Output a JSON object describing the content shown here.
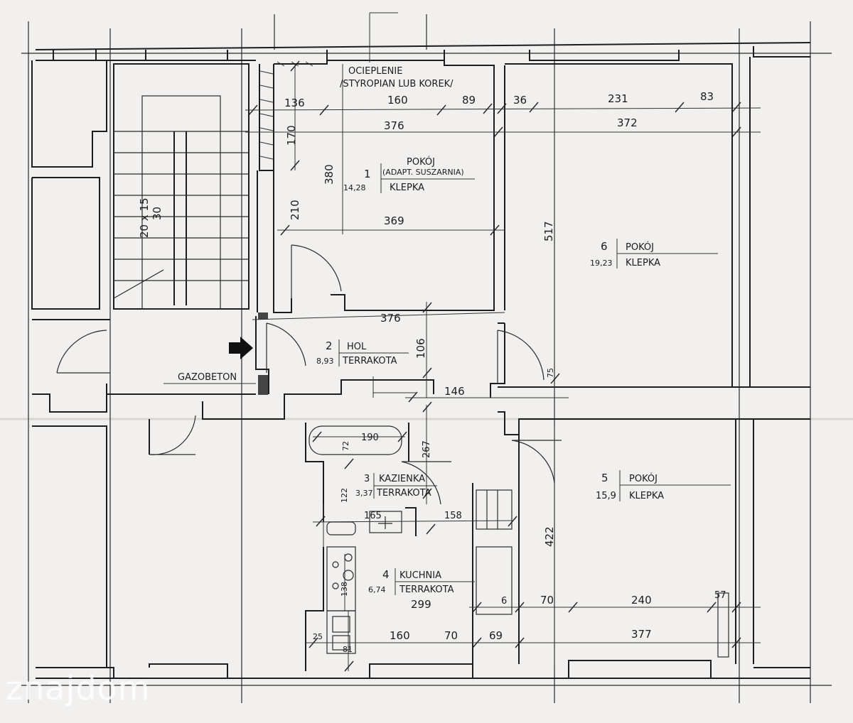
{
  "insulation": {
    "line1": "OCIEPLENIE",
    "line2": "/STYROPIAN LUB KOREK/"
  },
  "stairs": {
    "label": "20 x 15",
    "label2": "30"
  },
  "rooms": [
    {
      "number": "1",
      "name": "POKÓJ",
      "subname": "(ADAPT. SUSZARNIA)",
      "area": "14,28",
      "floor": "KLEPKA"
    },
    {
      "number": "2",
      "name": "HOL",
      "area": "8,93",
      "floor": "TERRAKOTA"
    },
    {
      "number": "3",
      "name": "KAZIENKA",
      "area": "3,37",
      "floor": "TERRAKOTA"
    },
    {
      "number": "4",
      "name": "KUCHNIA",
      "area": "6,74",
      "floor": "TERRAKOTA"
    },
    {
      "number": "5",
      "name": "POKÓJ",
      "area": "15,9",
      "floor": "KLEPKA"
    },
    {
      "number": "6",
      "name": "POKÓJ",
      "area": "19,23",
      "floor": "KLEPKA"
    }
  ],
  "gazobeton": "GAZOBETON",
  "dimensions": {
    "d136": "136",
    "d160": "160",
    "d89": "89",
    "d36": "36",
    "d231": "231",
    "d83": "83",
    "d376a": "376",
    "d372": "372",
    "d170": "170",
    "d380": "380",
    "d210": "210",
    "d369": "369",
    "d517": "517",
    "d376b": "376",
    "d106": "106",
    "d146": "146",
    "d75": "75",
    "d190": "190",
    "d72": "72",
    "d267": "267",
    "d122": "122",
    "d165": "165",
    "d158": "158",
    "d422": "422",
    "d138": "138",
    "d299": "299",
    "d6": "6",
    "d70a": "70",
    "d240": "240",
    "d57": "57",
    "d25": "25",
    "d81": "81",
    "d160b": "160",
    "d70b": "70",
    "d69": "69",
    "d377": "377"
  },
  "watermark": "znajdom"
}
